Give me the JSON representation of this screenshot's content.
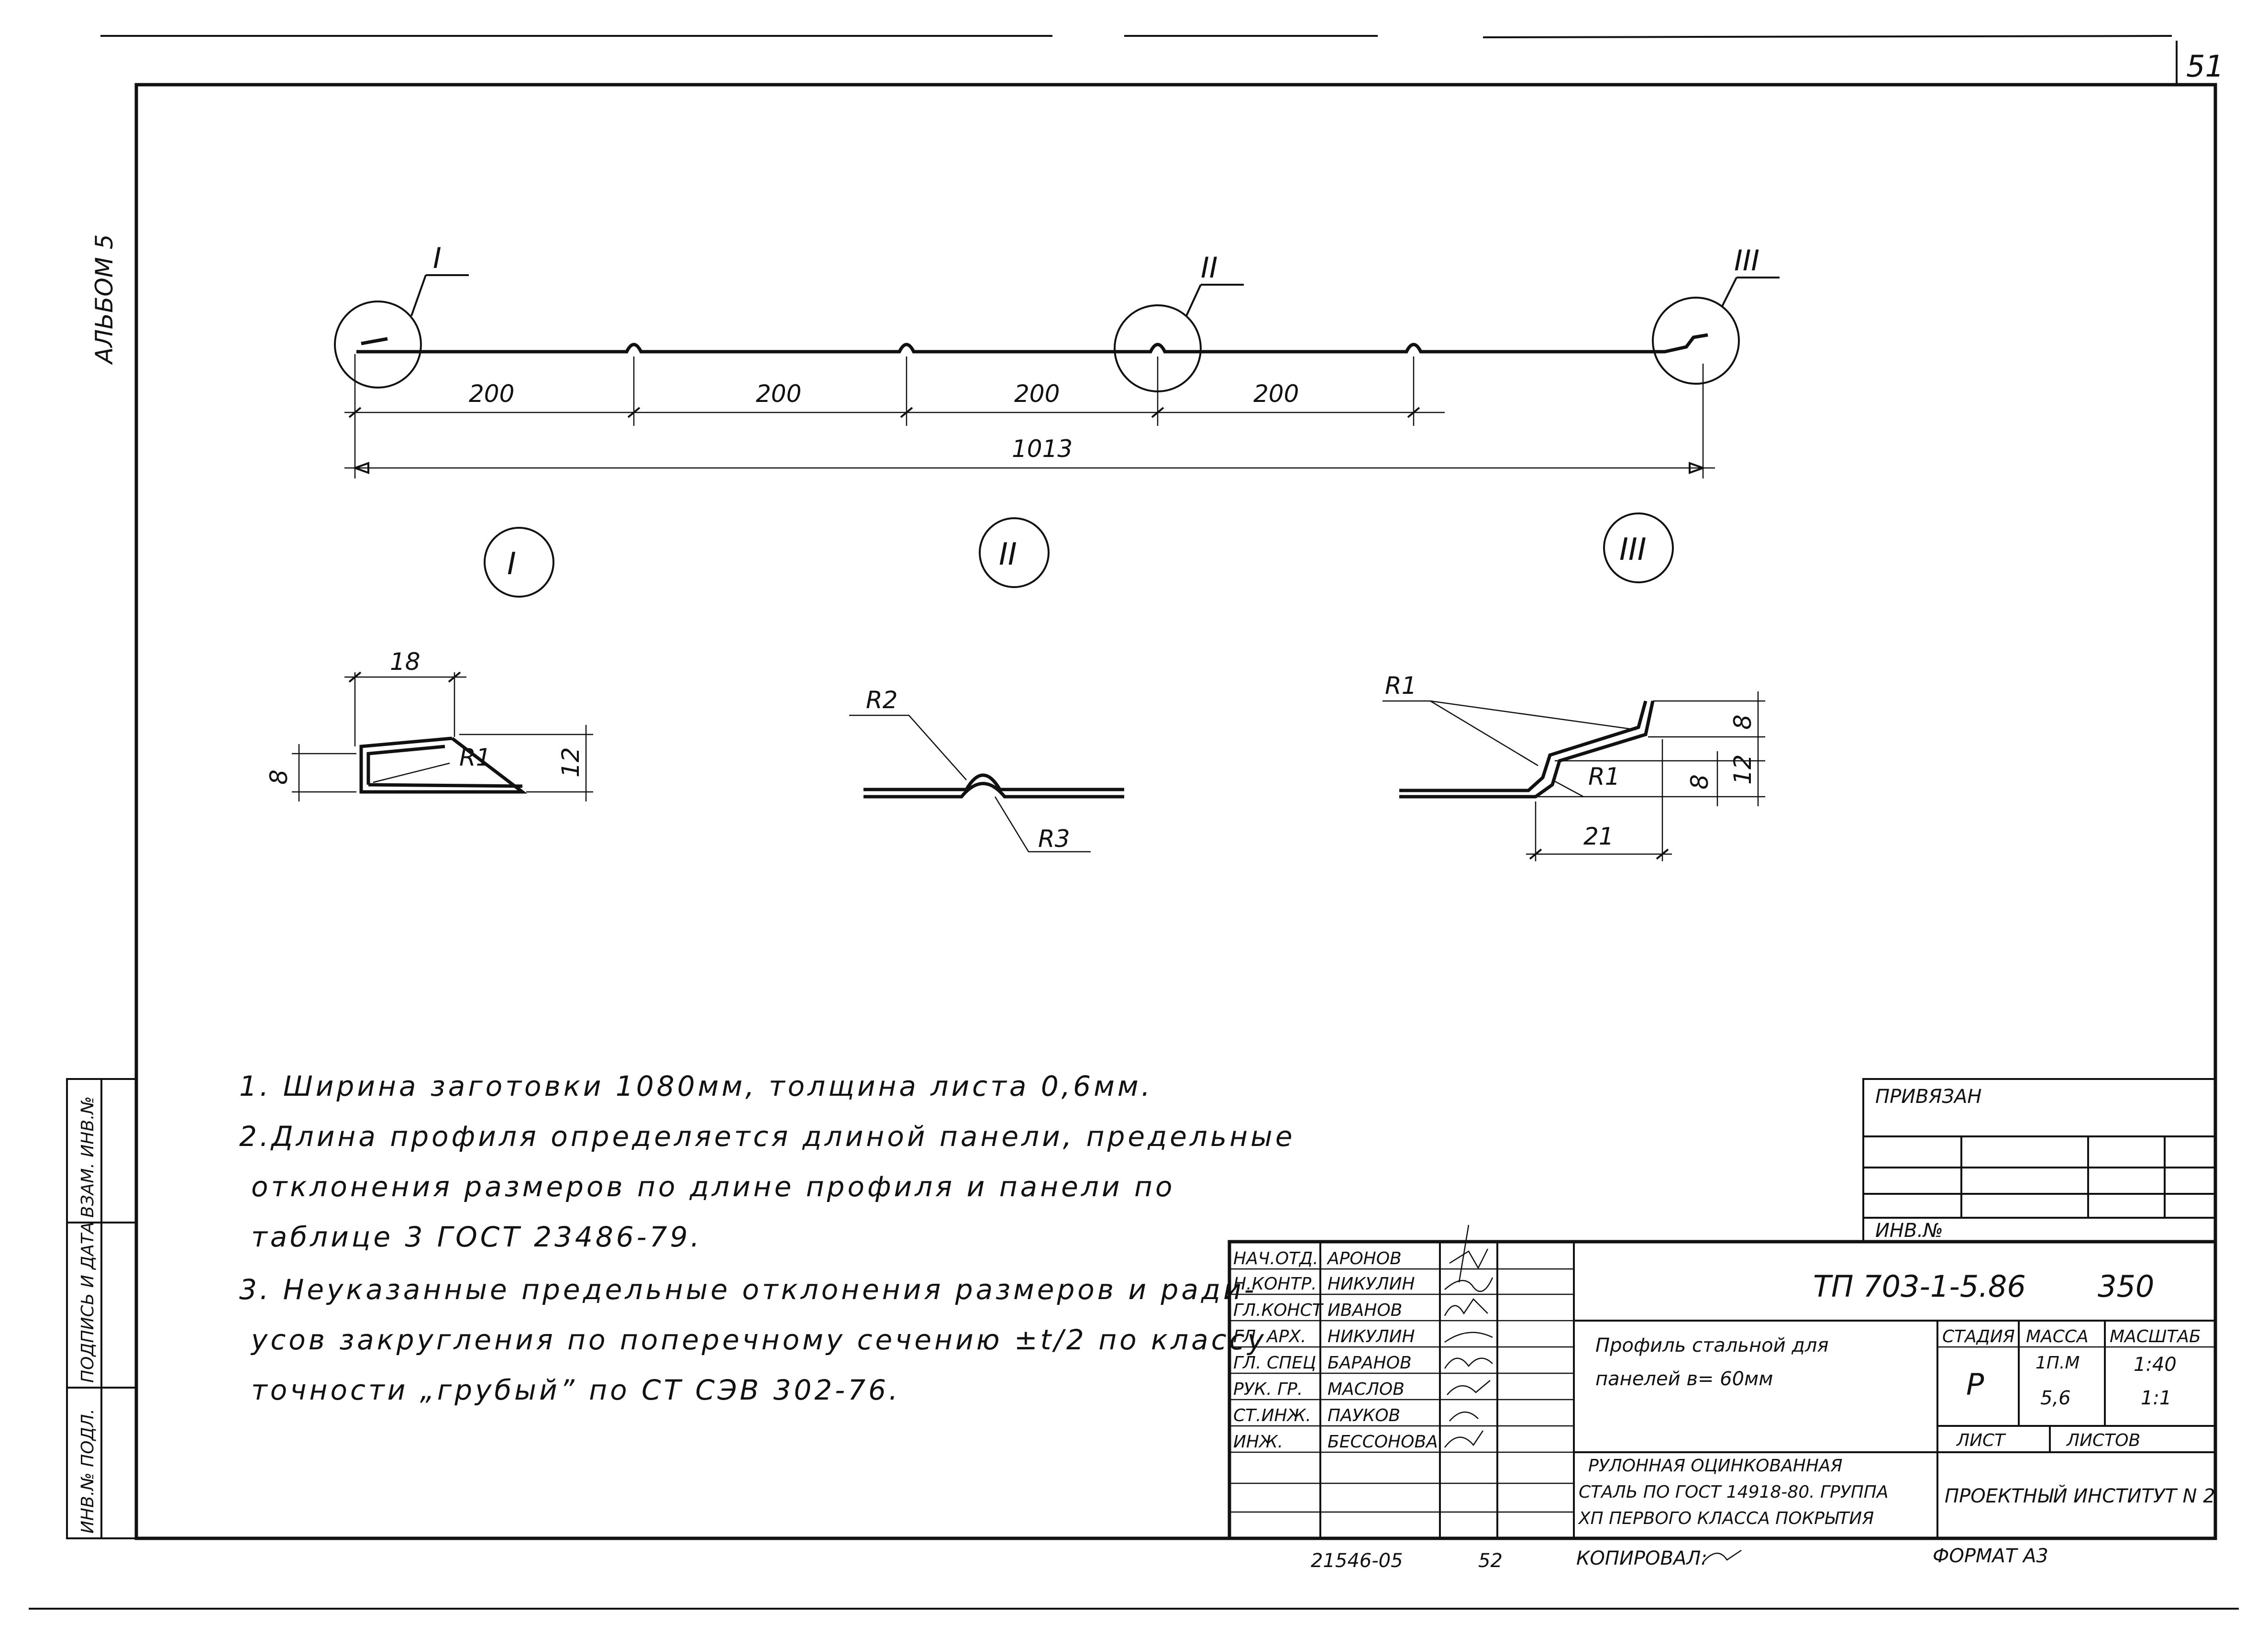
{
  "sheet": {
    "page_number": "51",
    "album": "АЛЬБОМ 5",
    "side_labels": [
      "ИНВ.№ ПОДЛ.",
      "ПОДПИСЬ И ДАТА",
      "ВЗАМ. ИНВ.№"
    ]
  },
  "drawing": {
    "main_callouts": [
      "I",
      "II",
      "III"
    ],
    "spacings": [
      "200",
      "200",
      "200",
      "200"
    ],
    "overall": "1013",
    "detail_titles": [
      "I",
      "II",
      "III"
    ],
    "detail_I": {
      "width": "18",
      "height_left": "8",
      "height_right": "12",
      "radius": "R1"
    },
    "detail_II": {
      "radius_top": "R2",
      "radius_bottom": "R3"
    },
    "detail_III": {
      "radius_top": "R1",
      "radius_bottom": "R1",
      "height_top": "8",
      "height_mid": "8",
      "height_total": "12",
      "width": "21"
    }
  },
  "notes": {
    "line1": "1. Ширина   заготовки  1080мм, толщина   листа  0,6мм.",
    "line2": "2.Длина    профиля   определяется длиной панели, предельные",
    "line3": "отклонения  размеров   по  длине   профиля  и  панели по",
    "line4": "таблице 3  ГОСТ 23486-79.",
    "line5": "3. Неуказанные   предельные   отклонения размеров и ради-",
    "line6": "усов закругления по поперечному сечению ±t/2  по классу",
    "line7": "точности „грубый”  по  СТ СЭВ 302-76."
  },
  "title_block": {
    "privyazan": "ПРИВЯЗАН",
    "inv_no": "ИНВ.№",
    "roles": [
      {
        "role": "НАЧ.ОТД.",
        "name": "АРОНОВ"
      },
      {
        "role": "Н.КОНТР.",
        "name": "НИКУЛИН"
      },
      {
        "role": "ГЛ.КОНСТ",
        "name": "ИВАНОВ"
      },
      {
        "role": "ГЛ. АРХ.",
        "name": "НИКУЛИН"
      },
      {
        "role": "ГЛ. СПЕЦ",
        "name": "БАРАНОВ"
      },
      {
        "role": "РУК. ГР.",
        "name": "МАСЛОВ"
      },
      {
        "role": "СТ.ИНЖ.",
        "name": "ПАУКОВ"
      },
      {
        "role": "ИНЖ.",
        "name": "БЕССОНОВА"
      }
    ],
    "code": "ТП 703-1-5.86",
    "number": "350",
    "title_line1": "Профиль  стальной для",
    "title_line2": "панелей  в= 60мм",
    "stadia_label": "СТАДИЯ",
    "massa_label": "МАССА",
    "masshtab_label": "МАСШТАБ",
    "stadia": "Р",
    "massa_unit": "1П.М",
    "massa": "5,6",
    "scale1": "1:40",
    "scale2": "1:1",
    "list_label": "ЛИСТ",
    "listov_label": "ЛИСТОВ",
    "material_line1": "РУЛОННАЯ   ОЦИНКОВАННАЯ",
    "material_line2": "СТАЛЬ ПО ГОСТ 14918-80. ГРУППА",
    "material_line3": "ХП ПЕРВОГО КЛАССА ПОКРЫТИЯ",
    "institute": "ПРОЕКТНЫЙ ИНСТИТУТ N 2",
    "footer_code": "21546-05",
    "footer_num": "52",
    "kopiroval": "КОПИРОВАЛ:",
    "format": "ФОРМАТ А3"
  },
  "colors": {
    "ink": "#111111",
    "paper": "#ffffff"
  }
}
